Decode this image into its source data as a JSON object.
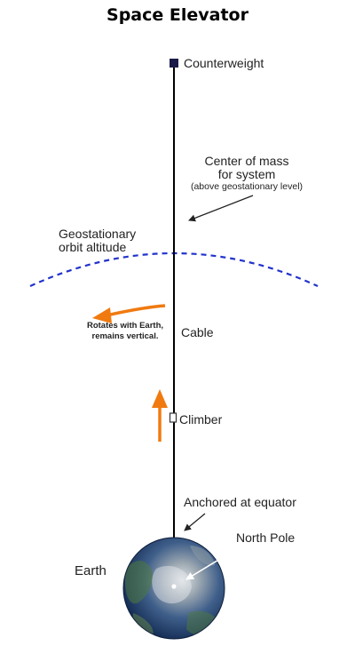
{
  "title": "Space Elevator",
  "labels": {
    "counterweight": "Counterweight",
    "center_of_mass_line1": "Center of mass",
    "center_of_mass_line2": "for system",
    "center_of_mass_note": "(above geostationary level)",
    "geo_line1": "Geostationary",
    "geo_line2": "orbit altitude",
    "rotates_line1": "Rotates with Earth,",
    "rotates_line2": "remains vertical.",
    "cable": "Cable",
    "climber": "Climber",
    "anchored": "Anchored at equator",
    "north_pole": "North Pole",
    "earth": "Earth"
  },
  "colors": {
    "orbit_dash": "#2233cc",
    "orange_arrow": "#f07a10",
    "cable": "#000000",
    "counterweight": "#1a1a4a",
    "ocean": "#2b4f8a",
    "land": "#4f7a3e"
  }
}
